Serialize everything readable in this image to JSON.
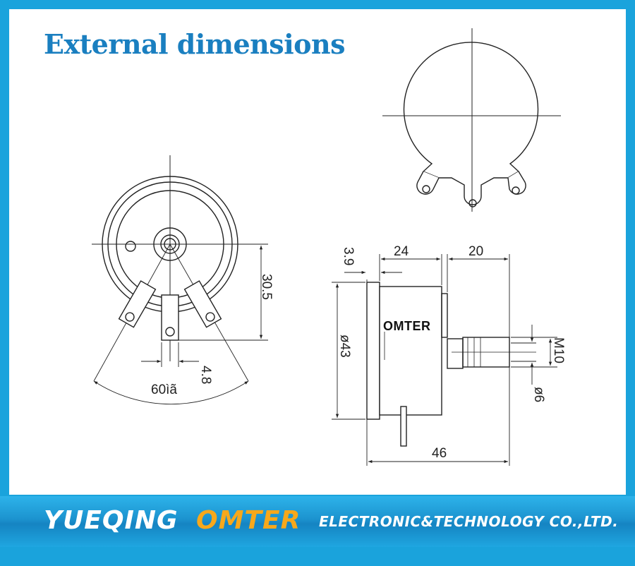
{
  "header": {
    "title": "External dimensions"
  },
  "drawing": {
    "body_label": "OMTER",
    "dimensions": {
      "d_3_9": "3.9",
      "d_24": "24",
      "d_20": "20",
      "d_30_5": "30.5",
      "d_4_8": "4.8",
      "d_angle": "60ìã",
      "d_dia43": "ø43",
      "d_m10": "M10",
      "d_dia6": "ø6",
      "d_46": "46"
    }
  },
  "footer": {
    "brand_primary": "YUEQING",
    "brand_secondary": "OMTER",
    "brand_tagline": "ELECTRONIC&TECHNOLOGY  CO.,LTD."
  },
  "colors": {
    "frame": "#1aa3dc",
    "title": "#1a7fc0",
    "brand_accent": "#f7a81b"
  }
}
